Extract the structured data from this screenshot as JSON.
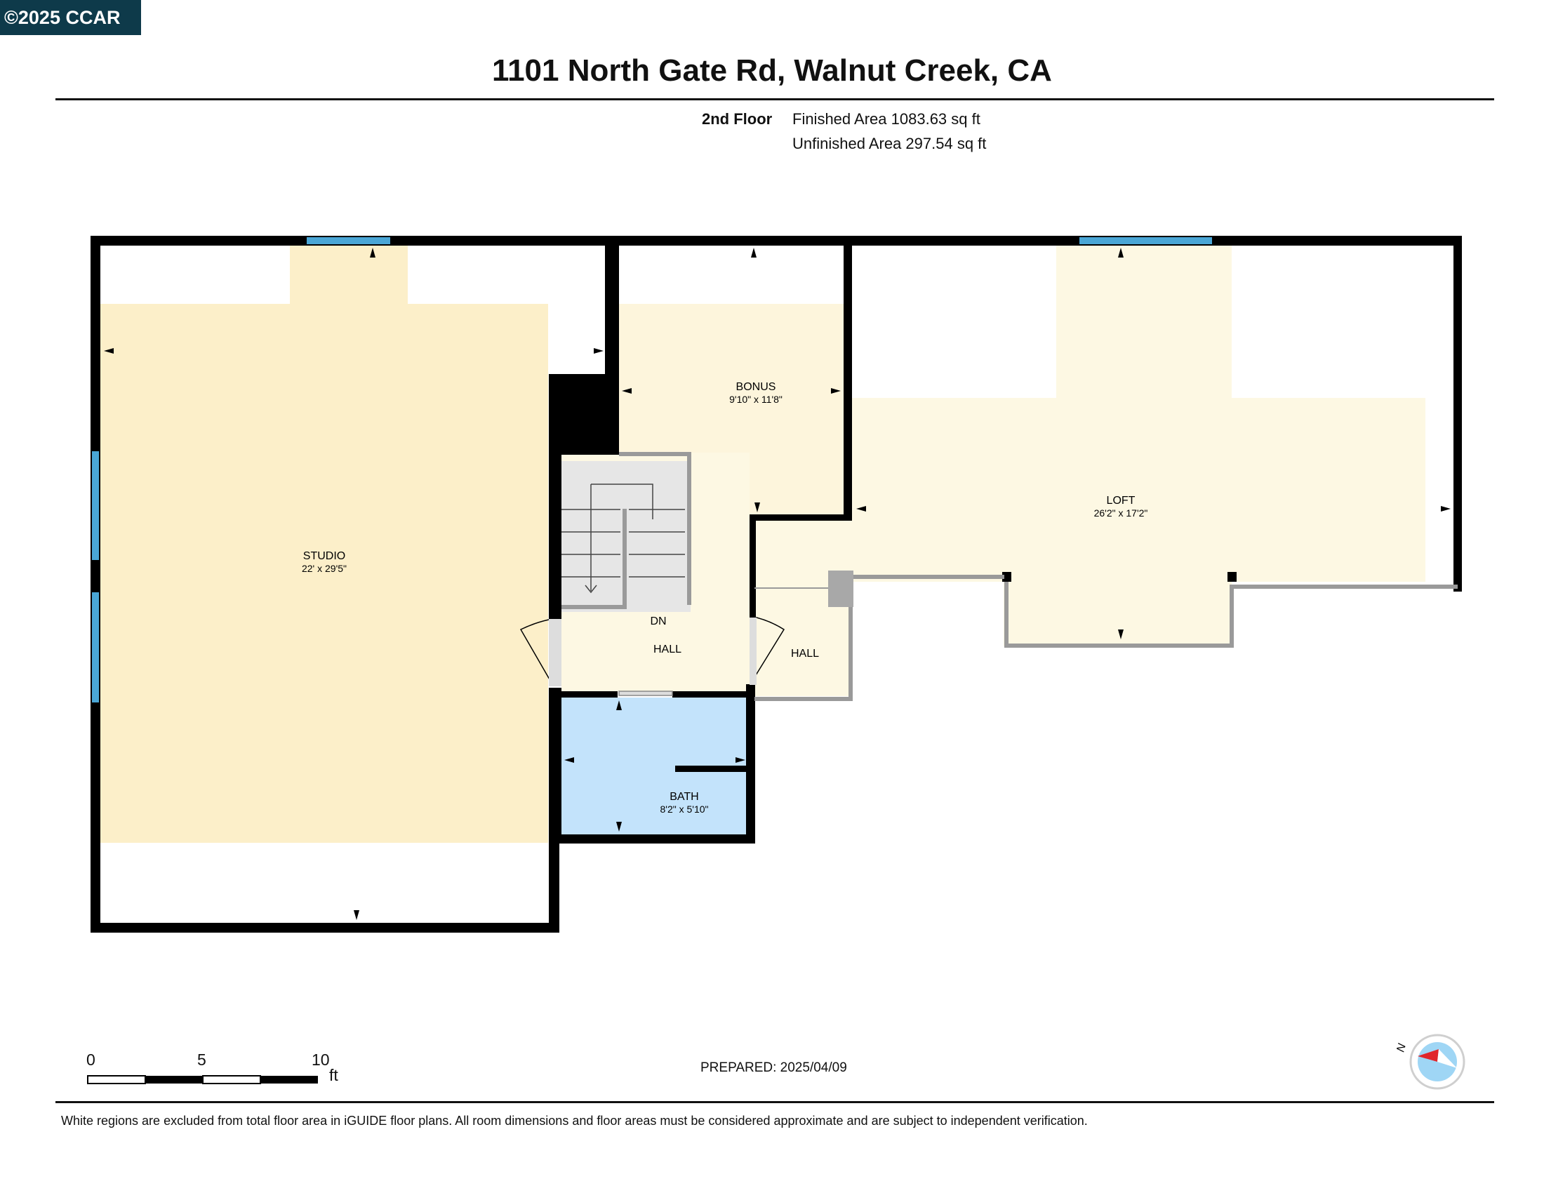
{
  "badge": {
    "text": "©2025 CCAR"
  },
  "header": {
    "title": "1101 North Gate Rd, Walnut Creek, CA",
    "floor_label": "2nd Floor",
    "finished_area": "Finished Area 1083.63 sq ft",
    "unfinished_area": "Unfinished Area 297.54 sq ft"
  },
  "rooms": [
    {
      "name": "STUDIO",
      "dims": "22' x 29'5\""
    },
    {
      "name": "BONUS",
      "dims": "9'10\" x 11'8\""
    },
    {
      "name": "LOFT",
      "dims": "26'2\" x 17'2\""
    },
    {
      "name": "BATH",
      "dims": "8'2\" x 5'10\""
    },
    {
      "name": "HALL"
    },
    {
      "name": "HALL"
    }
  ],
  "stair_label": "DN",
  "scale_bar": {
    "ticks": [
      "0",
      "5",
      "10"
    ],
    "unit": "ft"
  },
  "compass": {
    "label": "N",
    "icon": "compass-icon"
  },
  "prepared": "PREPARED: 2025/04/09",
  "disclaimer": "White regions are excluded from total floor area in iGUIDE floor plans. All room dimensions and floor areas must be considered approximate and are subject to independent verification.",
  "colors": {
    "studio_fill": "#fcefc9",
    "bonus_fill": "#fdf5dc",
    "loft_fill": "#fdf8e3",
    "hall_fill": "#fdf8e3",
    "bath_fill": "#c3e3fb",
    "wall": "#000000",
    "window": "#4aa6d6",
    "stair": "#e6e6e6",
    "compass_fill": "#9fd6f5",
    "compass_needle": "#e0262b"
  }
}
